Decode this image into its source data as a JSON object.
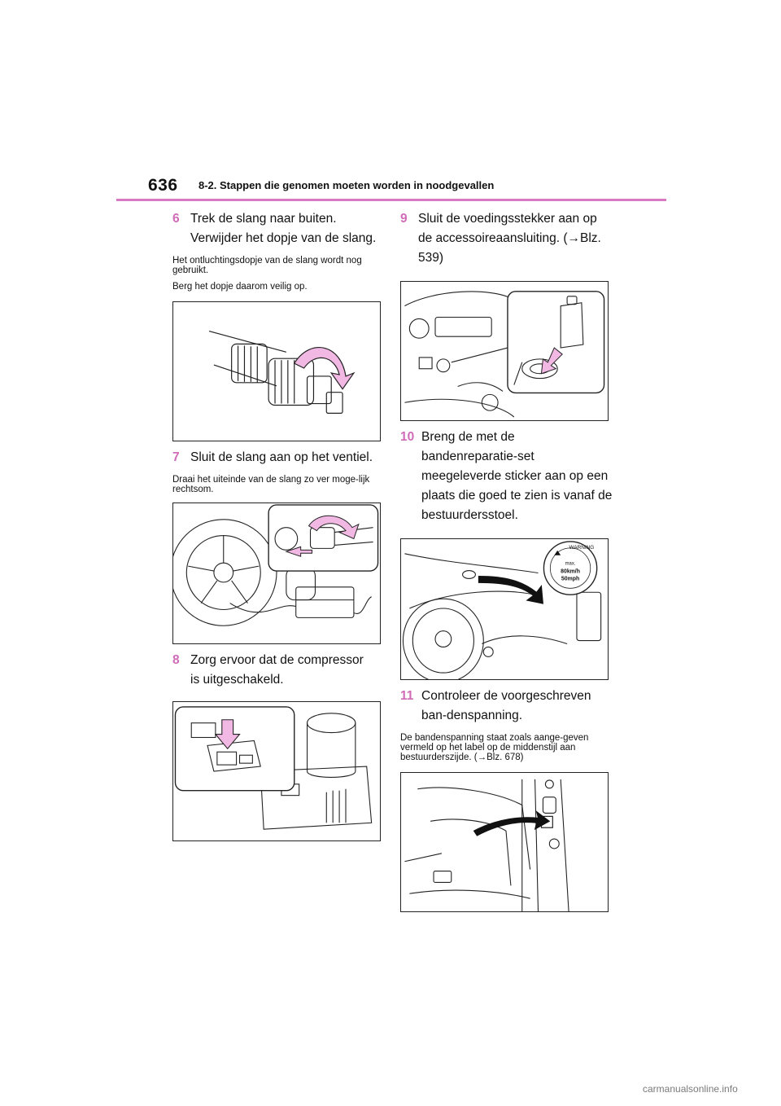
{
  "header": {
    "page_number": "636",
    "section": "8-2. Stappen die genomen moeten worden in noodgevallen"
  },
  "left": {
    "step6": {
      "num": "6",
      "text": "Trek de slang naar buiten. Verwijder het dopje van de slang.",
      "notes": [
        "Het ontluchtingsdopje van de slang wordt nog gebruikt.",
        "Berg het dopje daarom veilig op."
      ]
    },
    "step7": {
      "num": "7",
      "text": "Sluit de slang aan op het ventiel.",
      "notes": [
        "Draai het uiteinde van de slang zo ver moge-lijk rechtsom."
      ]
    },
    "step8": {
      "num": "8",
      "text": "Zorg ervoor dat de compressor is uitgeschakeld."
    }
  },
  "right": {
    "step9": {
      "num": "9",
      "text": "Sluit de voedingsstekker aan op de accessoireaansluiting. (→Blz. 539)"
    },
    "step10": {
      "num": "10",
      "text": "Breng de met de bandenreparatie-set meegeleverde sticker aan op een plaats die goed te zien is vanaf de bestuurdersstoel."
    },
    "step11": {
      "num": "11",
      "text": "Controleer de voorgeschreven ban-denspanning.",
      "notes": [
        "De bandenspanning staat zoals aange-geven vermeld op het label op de middenstijl aan bestuurderszijde. (→Blz. 678)"
      ]
    }
  },
  "sticker": {
    "warning": "WARNING",
    "max": "max.",
    "kmh": "80km/h",
    "mph": "50mph"
  },
  "footer": {
    "watermark": "carmanualsonline.info"
  },
  "colors": {
    "accent": "#d06bb8",
    "rule": "#d879c4",
    "arrow": "#f2b8e4"
  }
}
